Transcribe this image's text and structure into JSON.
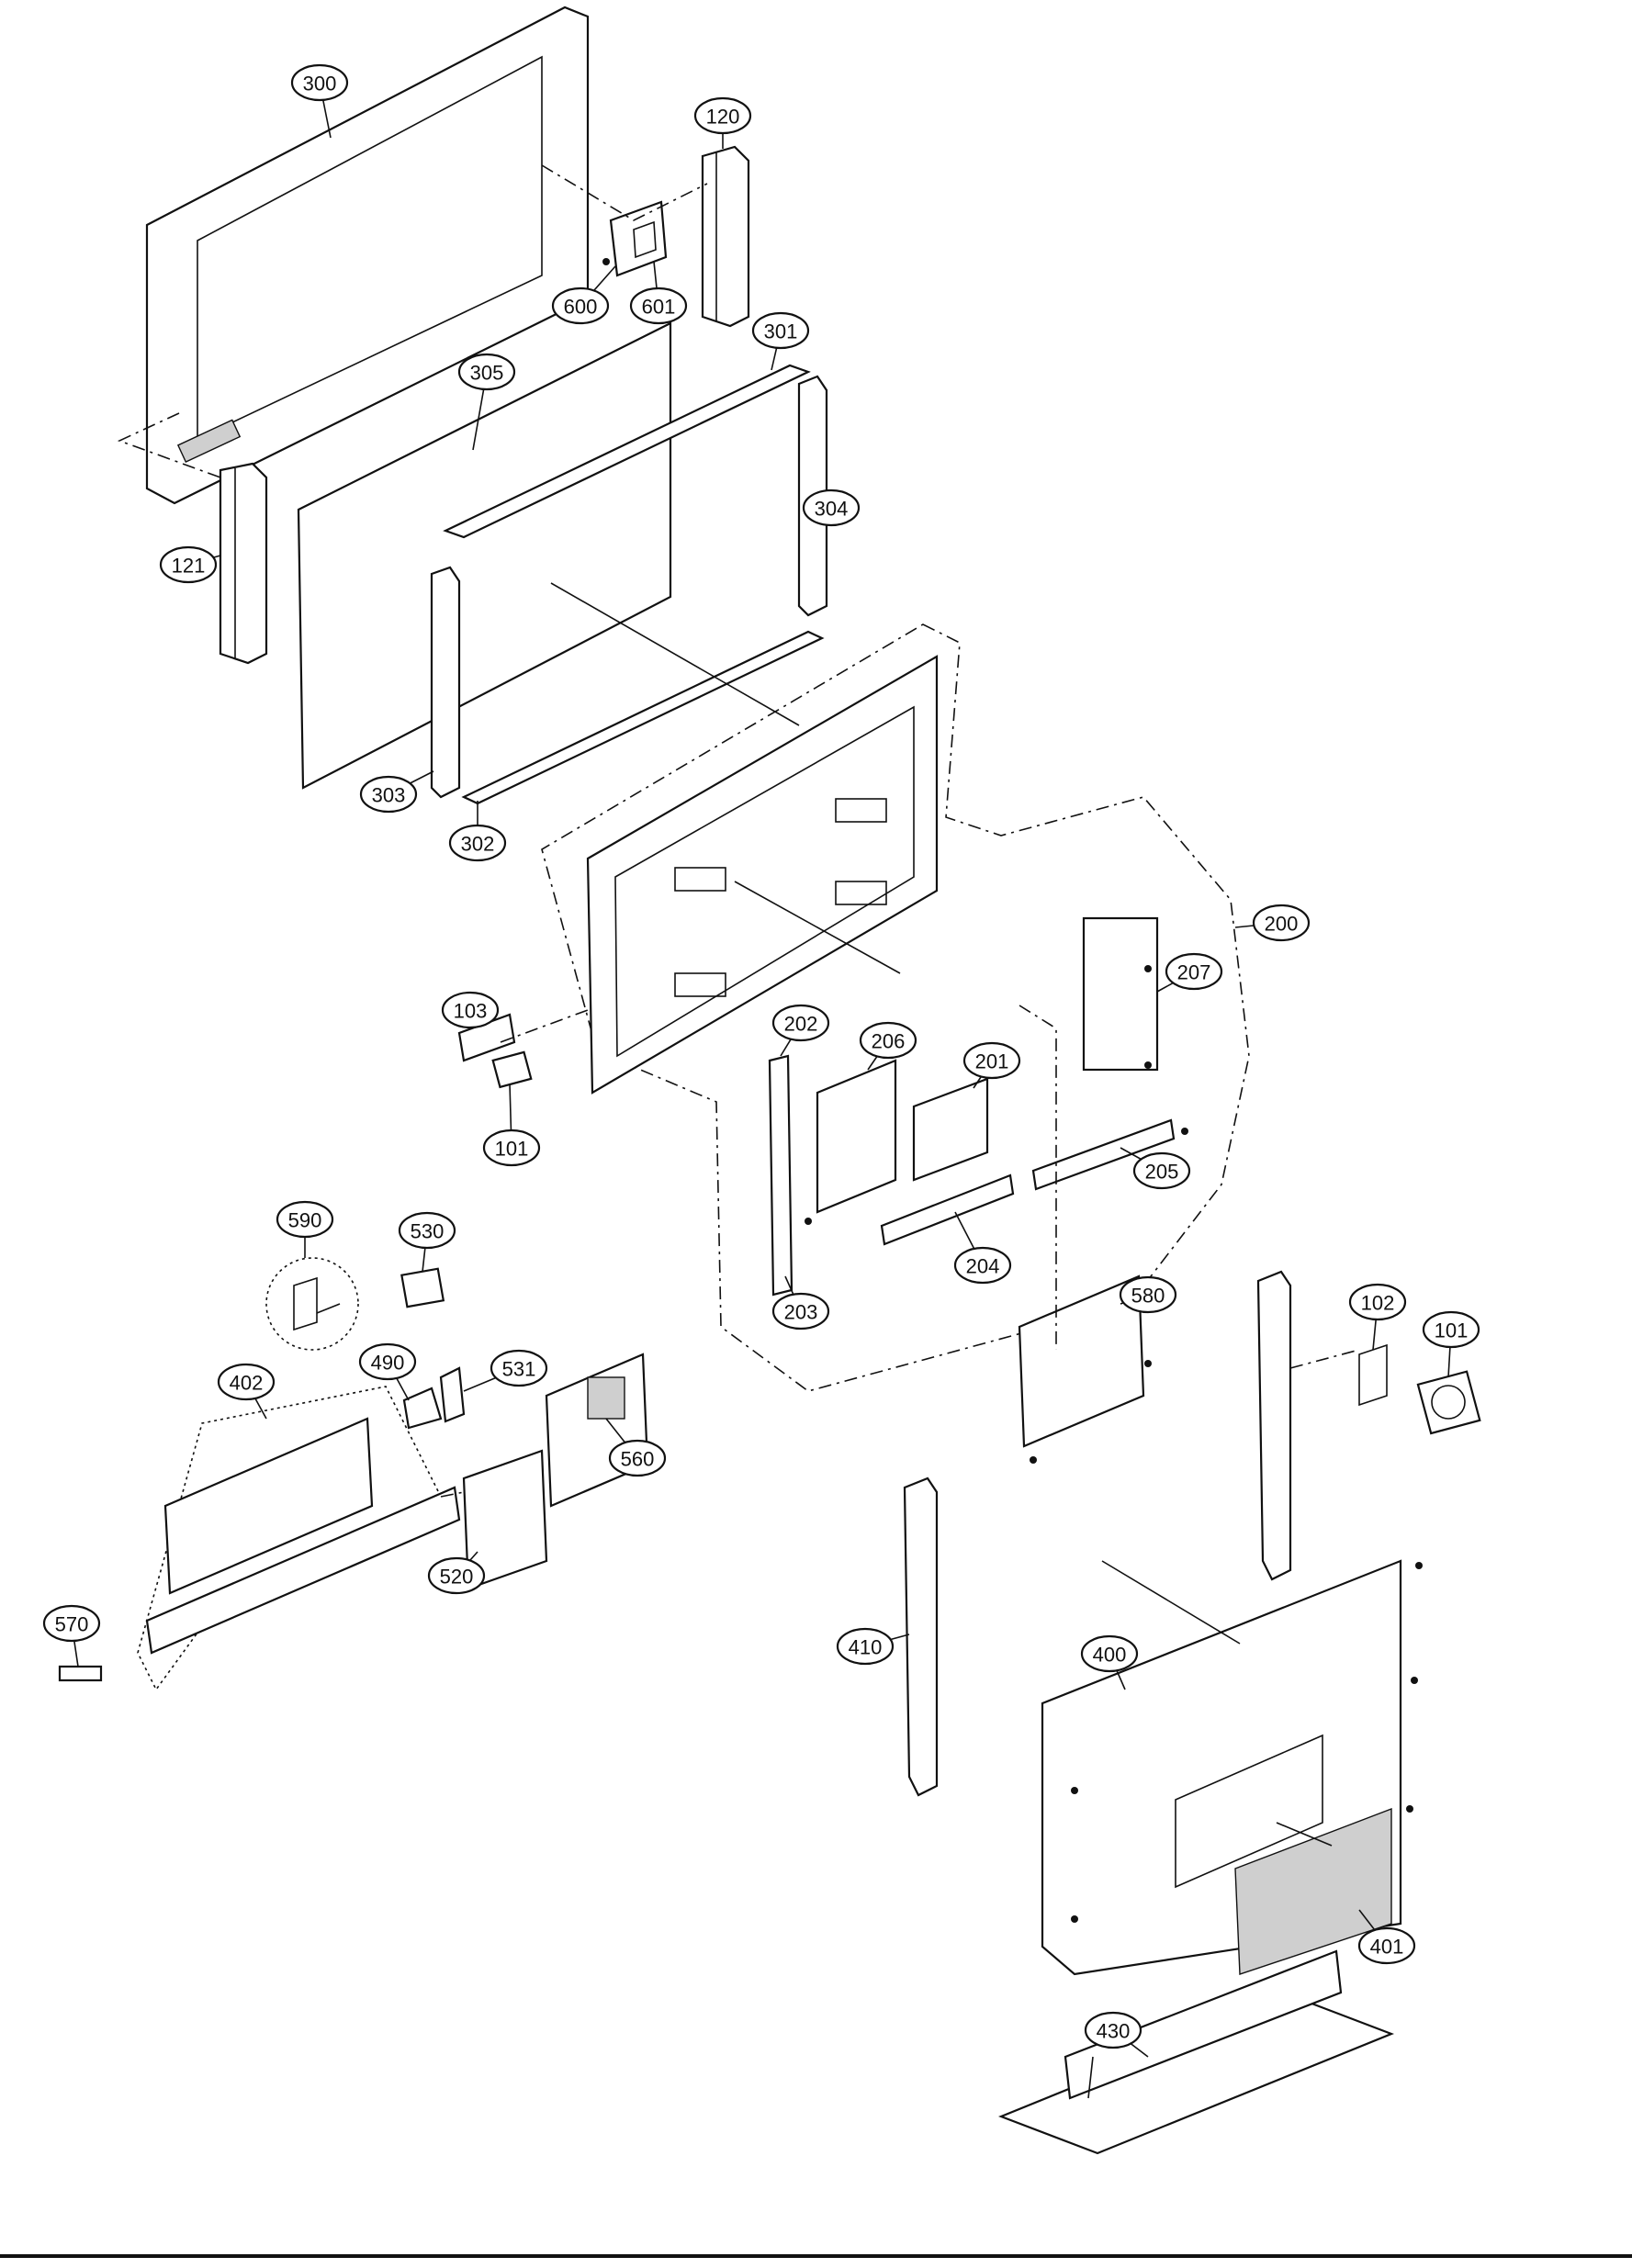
{
  "callouts": [
    {
      "label": "300",
      "id": "front-cabinet"
    },
    {
      "label": "120",
      "id": "right-speaker"
    },
    {
      "label": "600",
      "id": "bracket-600"
    },
    {
      "label": "601",
      "id": "bracket-601"
    },
    {
      "label": "301",
      "id": "top-frame"
    },
    {
      "label": "305",
      "id": "filter-glass"
    },
    {
      "label": "304",
      "id": "right-frame"
    },
    {
      "label": "121",
      "id": "left-speaker"
    },
    {
      "label": "303",
      "id": "left-frame"
    },
    {
      "label": "302",
      "id": "bottom-frame"
    },
    {
      "label": "200",
      "id": "pdp-module"
    },
    {
      "label": "207",
      "id": "board-207"
    },
    {
      "label": "202",
      "id": "board-202"
    },
    {
      "label": "206",
      "id": "board-206"
    },
    {
      "label": "201",
      "id": "board-201"
    },
    {
      "label": "103",
      "id": "fan-bracket-103"
    },
    {
      "label": "101",
      "id": "fan-101-left"
    },
    {
      "label": "205",
      "id": "board-205"
    },
    {
      "label": "204",
      "id": "board-204"
    },
    {
      "label": "203",
      "id": "board-203"
    },
    {
      "label": "590",
      "id": "part-590"
    },
    {
      "label": "530",
      "id": "board-530"
    },
    {
      "label": "490",
      "id": "bracket-490"
    },
    {
      "label": "531",
      "id": "part-531"
    },
    {
      "label": "402",
      "id": "terminal-frame"
    },
    {
      "label": "560",
      "id": "board-560"
    },
    {
      "label": "520",
      "id": "board-520"
    },
    {
      "label": "570",
      "id": "part-570"
    },
    {
      "label": "580",
      "id": "board-580"
    },
    {
      "label": "102",
      "id": "fan-bracket-102"
    },
    {
      "label": "101",
      "id": "fan-101-right"
    },
    {
      "label": "410",
      "id": "stand-bracket"
    },
    {
      "label": "400",
      "id": "rear-cover"
    },
    {
      "label": "401",
      "id": "rear-panel"
    },
    {
      "label": "430",
      "id": "stand"
    }
  ]
}
